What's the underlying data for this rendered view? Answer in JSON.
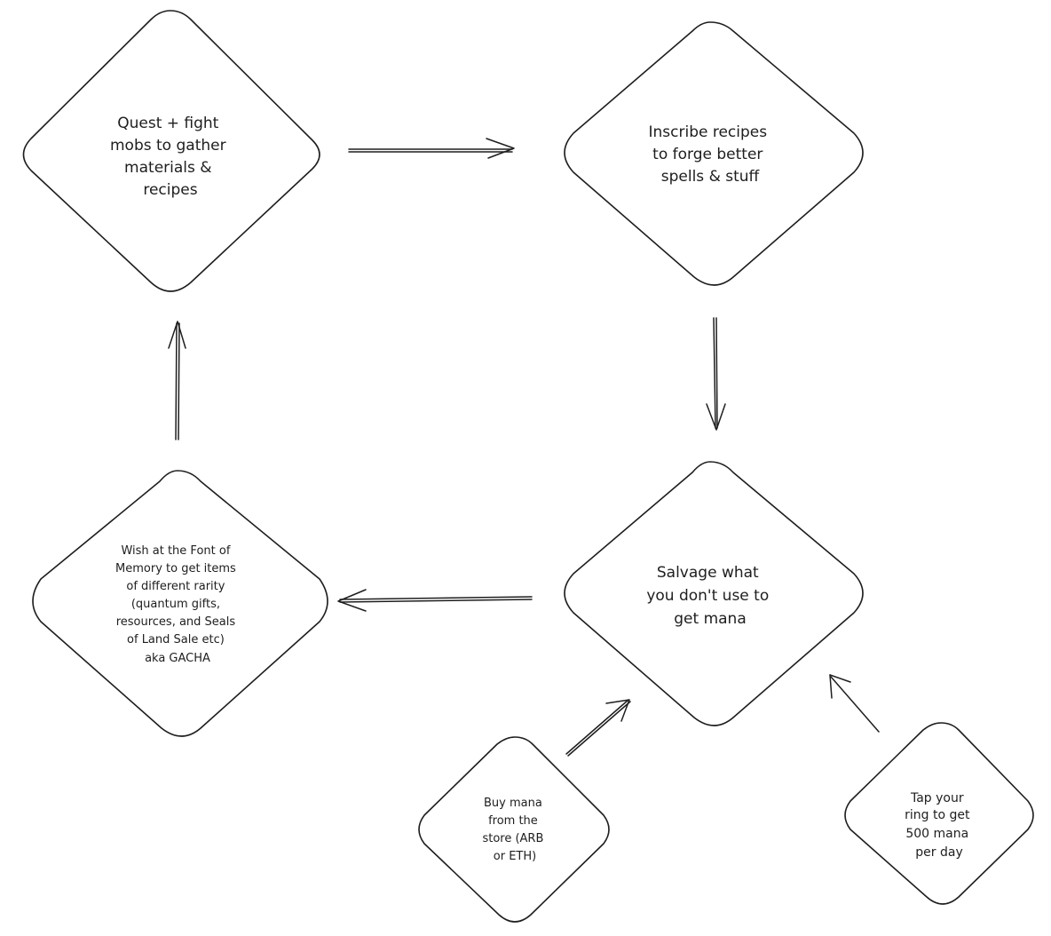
{
  "diagram": {
    "stroke_color": "#1e1e1e",
    "background_color": "#ffffff",
    "nodes": {
      "quest": {
        "lines": [
          "Quest + fight",
          "mobs to gather",
          "materials &",
          "recipes"
        ]
      },
      "inscribe": {
        "lines": [
          "Inscribe recipes",
          "to forge better",
          "spells & stuff"
        ]
      },
      "salvage": {
        "lines": [
          "Salvage what",
          "you don't use to",
          "get mana"
        ]
      },
      "wish": {
        "lines": [
          "Wish at the Font of",
          "Memory to get items",
          "of different rarity",
          "(quantum gifts,",
          "resources, and Seals",
          "of Land Sale etc)",
          "aka GACHA"
        ]
      },
      "buy_mana": {
        "lines": [
          "Buy mana",
          "from the",
          "store (ARB",
          "or ETH)"
        ]
      },
      "tap_ring": {
        "lines": [
          "Tap your",
          "ring to get",
          "500 mana",
          "per day"
        ]
      }
    },
    "edges": [
      {
        "from": "quest",
        "to": "inscribe"
      },
      {
        "from": "inscribe",
        "to": "salvage"
      },
      {
        "from": "salvage",
        "to": "wish"
      },
      {
        "from": "wish",
        "to": "quest"
      },
      {
        "from": "buy_mana",
        "to": "salvage"
      },
      {
        "from": "tap_ring",
        "to": "salvage"
      }
    ]
  }
}
